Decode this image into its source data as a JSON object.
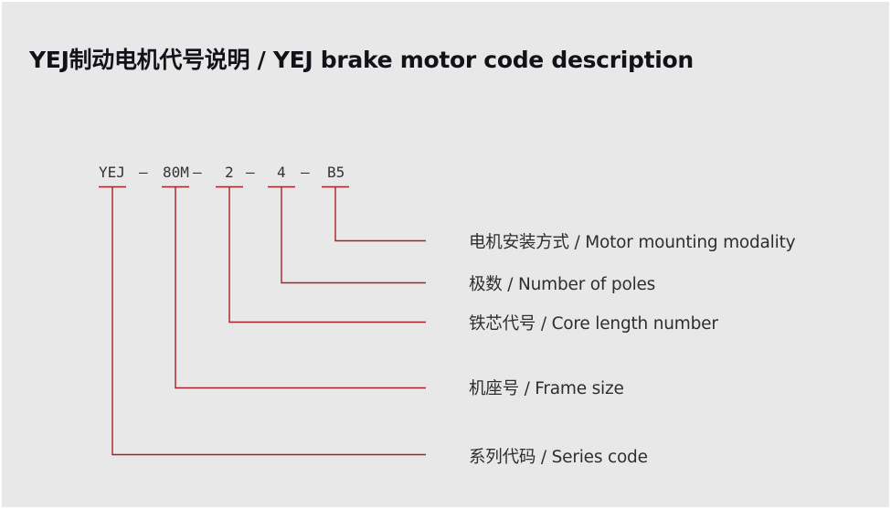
{
  "title": "YEJ制动电机代号说明 / YEJ brake motor code description",
  "accent_color": "#a3232a",
  "code": {
    "segments": [
      "YEJ",
      "80M",
      "2",
      "4",
      "B5"
    ],
    "separator": "—"
  },
  "descriptions": [
    {
      "segment": "B5",
      "label": "电机安装方式 / Motor mounting modality"
    },
    {
      "segment": "4",
      "label": "极数 / Number of poles"
    },
    {
      "segment": "2",
      "label": "铁芯代号 / Core length number"
    },
    {
      "segment": "80M",
      "label": "机座号 / Frame size"
    },
    {
      "segment": "YEJ",
      "label": "系列代码 / Series code"
    }
  ]
}
